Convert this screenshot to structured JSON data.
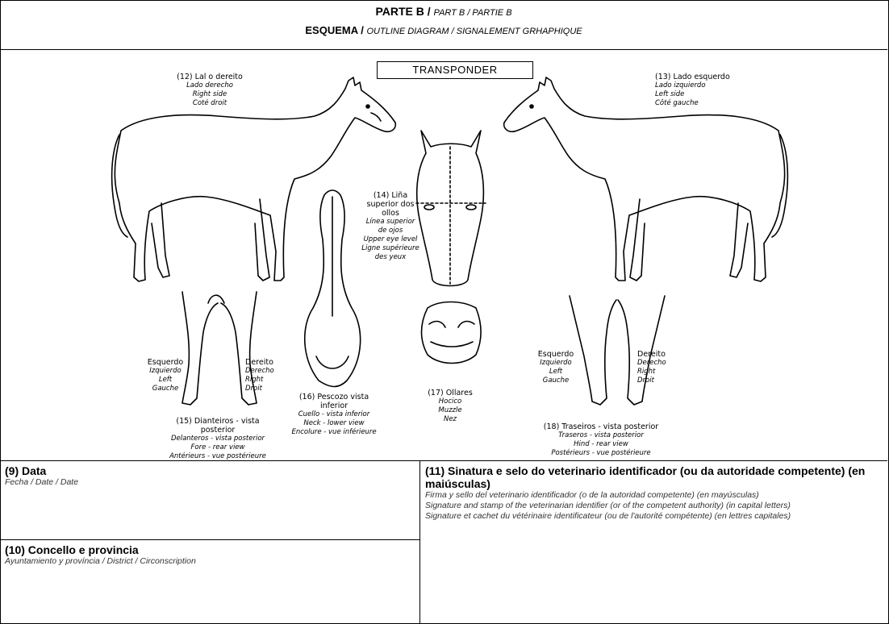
{
  "header": {
    "line1_bold": "PARTE B /",
    "line1_italic": "PART B / PARTIE B",
    "line2_bold": "ESQUEMA /",
    "line2_italic": "OUTLINE DIAGRAM / SIGNALEMENT GRHAPHIQUE"
  },
  "diagram": {
    "transponder": "TRANSPONDER",
    "label12": {
      "title": "(12) Lal o dereito",
      "lines": [
        "Lado derecho",
        "Right side",
        "Coté droit"
      ]
    },
    "label13": {
      "title": "(13) Lado esquerdo",
      "lines": [
        "Lado izquierdo",
        "Left side",
        "Côté gauche"
      ]
    },
    "label14": {
      "title": "(14) Liña superior dos ollos",
      "lines": [
        "Línea superior de ojos",
        "Upper eye level",
        "Ligne supérieure des yeux"
      ]
    },
    "label15": {
      "title": "(15) Dianteiros - vista posterior",
      "lines": [
        "Delanteros - vista posterior",
        "Fore - rear view",
        "Antérieurs - vue postérieure"
      ]
    },
    "label16": {
      "title": "(16) Pescozo vista inferior",
      "lines": [
        "Cuello - vista inferior",
        "Neck - lower view",
        "Encolure - vue inférieure"
      ]
    },
    "label17": {
      "title": "(17) Ollares",
      "lines": [
        "Hocico",
        "Muzzle",
        "Nez"
      ]
    },
    "label18": {
      "title": "(18) Traseiros - vista posterior",
      "lines": [
        "Traseros - vista posterior",
        "Hind - rear view",
        "Postérieurs - vue postérieure"
      ]
    },
    "fore_left": {
      "lines": [
        "Esquerdo",
        "Izquierdo",
        "Left",
        "Gauche"
      ]
    },
    "fore_right": {
      "lines": [
        "Dereito",
        "Derecho",
        "Right",
        "Droit"
      ]
    },
    "hind_left": {
      "lines": [
        "Esquerdo",
        "Izquierdo",
        "Left",
        "Gauche"
      ]
    },
    "hind_right": {
      "lines": [
        "Dereito",
        "Derecho",
        "Right",
        "Droit"
      ]
    }
  },
  "section9": {
    "title": "(9) Data",
    "subtitle": "Fecha / Date / Date"
  },
  "section10": {
    "title": "(10) Concello e provincia",
    "subtitle": "Ayuntamiento y província / District / Circonscription"
  },
  "section11": {
    "title": "(11) Sinatura e selo do veterinario identificador (ou da autoridade competente) (en maiúsculas)",
    "lines": [
      "Firma y sello del veterinario identificador (o de la autoridad competente) (en mayúsculas)",
      "Signature and stamp of the veterinarian identifier (or of the competent authority) (in capital letters)",
      "Signature et cachet du vétérinaire identificateur (ou de l'autorité compétente) (en lettres capitales)"
    ]
  }
}
